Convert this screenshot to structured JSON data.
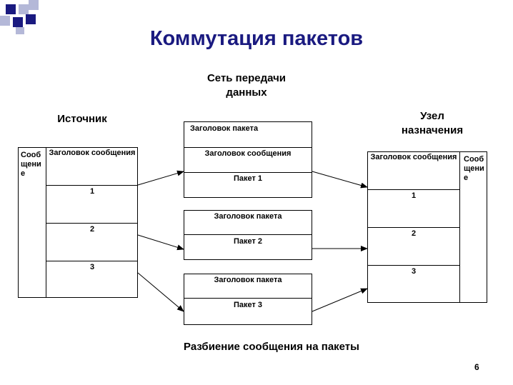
{
  "slide": {
    "title": "Коммутация пакетов",
    "page_number": "6",
    "colors": {
      "title": "#1a1a80",
      "deco_dark": "#1a1a80",
      "deco_light": "#b4b8d8"
    }
  },
  "network": {
    "label_line1": "Сеть передачи",
    "label_line2": "данных"
  },
  "source": {
    "label": "Источник",
    "side_label": "Сооб щени е",
    "header": "Заголовок сообщения",
    "segments": [
      "1",
      "2",
      "3"
    ]
  },
  "destination": {
    "label_line1": "Узел",
    "label_line2": "назначения",
    "side_label": "Сооб щени е",
    "header": "Заголовок сообщения",
    "segments": [
      "1",
      "2",
      "3"
    ]
  },
  "packets": [
    {
      "header": "Заголовок пакета",
      "message_header": "Заголовок сообщения",
      "body": "Пакет 1"
    },
    {
      "header": "Заголовок пакета",
      "body": "Пакет 2"
    },
    {
      "header": "Заголовок пакета",
      "body": "Пакет 3"
    }
  ],
  "caption": "Разбиение сообщения на пакеты"
}
